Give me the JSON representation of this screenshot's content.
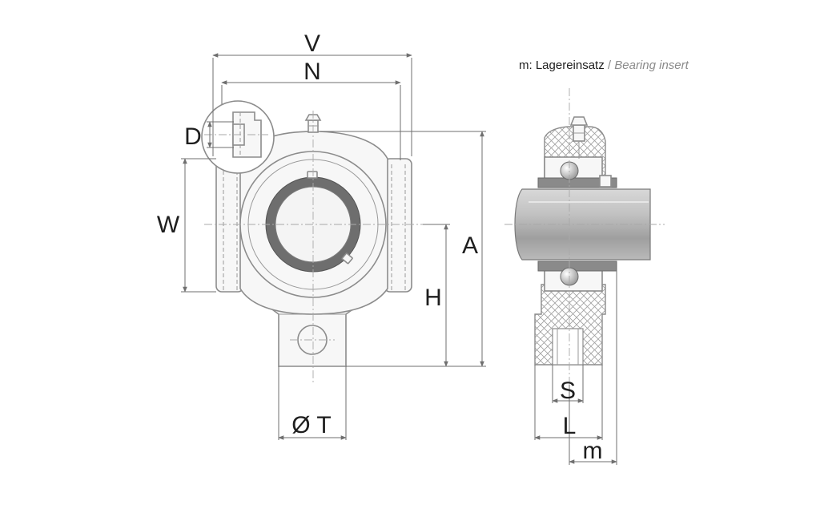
{
  "legend": {
    "symbol_de": "m: Lagereinsatz",
    "separator": "/",
    "en": "Bearing insert"
  },
  "labels": {
    "V": "V",
    "N": "N",
    "D": "D",
    "W": "W",
    "A": "A",
    "H": "H",
    "T": "Ø T",
    "S": "S",
    "L": "L",
    "m": "m"
  },
  "colors": {
    "outline": "#8c8c8c",
    "housing_fill": "#f7f7f7",
    "ring_dark": "#6e6e6e",
    "shaft": "#b4b4b4",
    "dimension_line": "#6f6f6f"
  }
}
